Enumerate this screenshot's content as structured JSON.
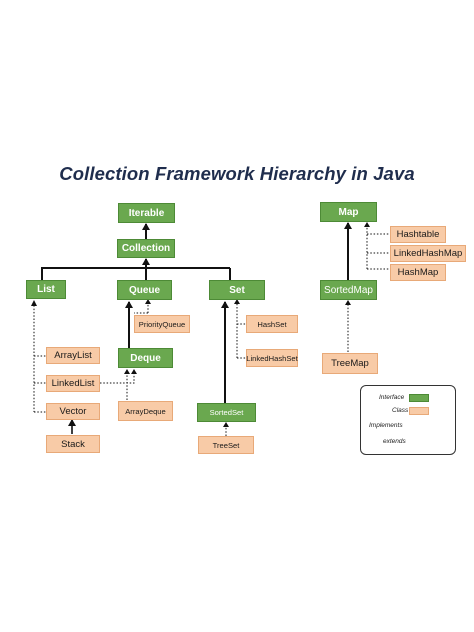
{
  "diagram": {
    "title": "Collection Framework Hierarchy in Java",
    "colors": {
      "interface": "#6aa84f",
      "class": "#f8cba7",
      "line": "#111111"
    },
    "nodes": {
      "iterable": "Iterable",
      "collection": "Collection",
      "list": "List",
      "queue": "Queue",
      "set": "Set",
      "priorityqueue": "PriorityQueue",
      "deque": "Deque",
      "arraylist": "ArrayList",
      "linkedlist": "LinkedList",
      "vector": "Vector",
      "stack": "Stack",
      "arraydeque": "ArrayDeque",
      "hashset": "HashSet",
      "linkedhashset": "LinkedHashSet",
      "sortedset": "SortedSet",
      "treeset": "TreeSet",
      "map": "Map",
      "hashtable": "Hashtable",
      "linkedhashmap": "LinkedHashMap",
      "hashmap": "HashMap",
      "sortedmap": "SortedMap",
      "treemap": "TreeMap"
    },
    "legend": {
      "interface": "Interface",
      "class": "Class",
      "implements": "Implements",
      "extends": "extends"
    }
  }
}
